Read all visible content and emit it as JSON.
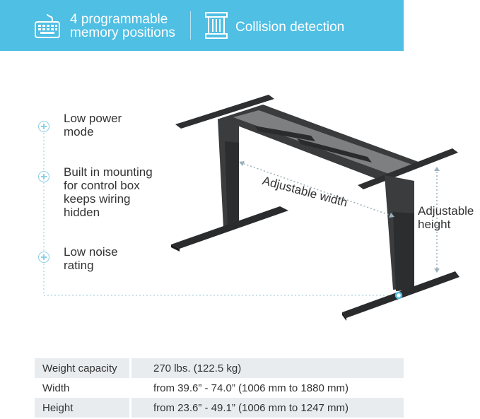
{
  "banner": {
    "feature1": {
      "line1": "4 programmable",
      "line2": "memory positions",
      "icon": "keypad-icon"
    },
    "feature2": {
      "label": "Collision detection",
      "icon": "pillar-icon"
    },
    "color": "#4fbfe3"
  },
  "features": [
    {
      "line1": "Low power",
      "line2": "mode"
    },
    {
      "line1": "Built in mounting",
      "line2": "for control box",
      "line3": "keeps wiring",
      "line4": "hidden"
    },
    {
      "line1": "Low noise",
      "line2": "rating"
    }
  ],
  "diagram": {
    "width_label": "Adjustable width",
    "height_label_1": "Adjustable",
    "height_label_2": "height"
  },
  "specs": [
    {
      "name": "Weight capacity",
      "value": "270 lbs. (122.5 kg)"
    },
    {
      "name": "Width",
      "value": "from 39.6” - 74.0” (1006 mm to 1880 mm)"
    },
    {
      "name": "Height",
      "value": "from 23.6” - 49.1” (1006 mm to 1247 mm)"
    }
  ]
}
